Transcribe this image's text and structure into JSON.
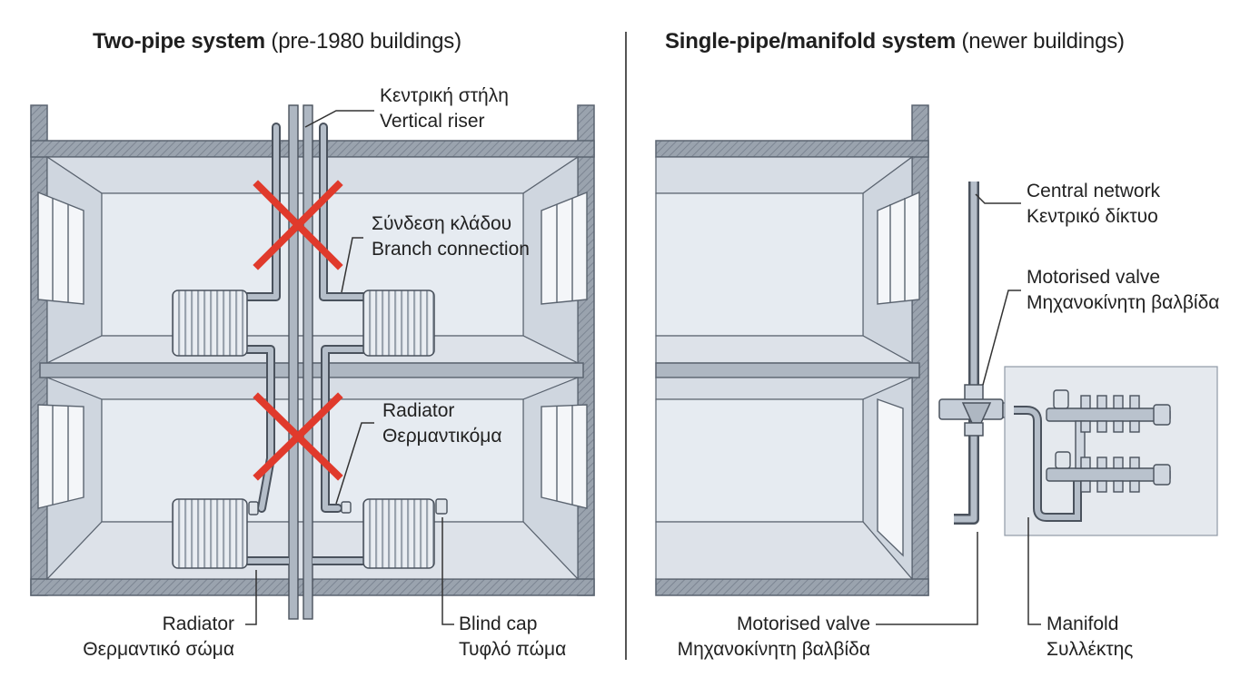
{
  "left_panel": {
    "title_bold": "Two-pipe system",
    "title_rest": "(pre-1980 buildings)",
    "labels": {
      "riser": {
        "el": "Κεντρική στήλη",
        "en": "Vertical riser"
      },
      "branch": {
        "el": "Σύνδεση κλάδου",
        "en": "Branch connection"
      },
      "radiator_mid": {
        "en": "Radiator",
        "el": "Θερμαντικόμα"
      },
      "radiator_bottom": {
        "en": "Radiator",
        "el": "Θερμαντικό σώμα"
      },
      "blind_cap": {
        "en": "Blind cap",
        "el": "Τυφλό πώμα"
      }
    }
  },
  "right_panel": {
    "title_bold": "Single-pipe/manifold system",
    "title_rest": "(newer buildings)",
    "labels": {
      "central_network": {
        "en": "Central network",
        "el": "Κεντρικό δίκτυο"
      },
      "motorised_valve_top": {
        "en": "Motorised valve",
        "el": "Μηχανοκίνητη βαλβίδα"
      },
      "motorised_valve_bottom": {
        "en": "Motorised valve",
        "el": "Μηχανοκίνητη βαλβίδα"
      },
      "manifold": {
        "en": "Manifold",
        "el": "Συλλέκτης"
      }
    }
  },
  "colors": {
    "wall": "#8f99a6",
    "wall_dark": "#5b6470",
    "room": "#e4e9f0",
    "room_side": "#cfd6df",
    "pipe": "#a9b3c0",
    "cross": "#e03a2c",
    "leader": "#333333"
  }
}
